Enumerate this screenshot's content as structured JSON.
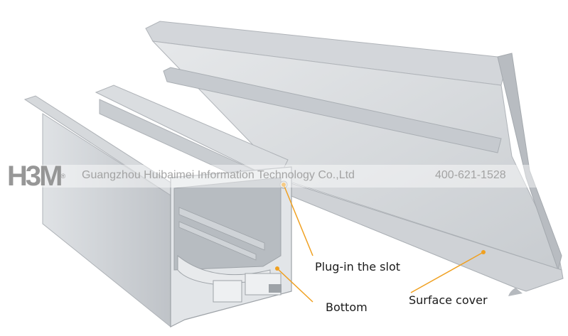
{
  "watermark": {
    "logo": "H3M",
    "registered_mark": "®",
    "company": "Guangzhou Huibaimei Information Technology Co.,Ltd",
    "phone": "400-621-1528"
  },
  "labels": {
    "slot": "Plug-in the slot",
    "bottom": "Bottom",
    "cover": "Surface cover"
  },
  "colors": {
    "aluminum_light": "#d9dcdf",
    "aluminum_mid": "#c3c7cb",
    "aluminum_dark": "#9fa4a9",
    "leader_line": "#f0a020"
  }
}
